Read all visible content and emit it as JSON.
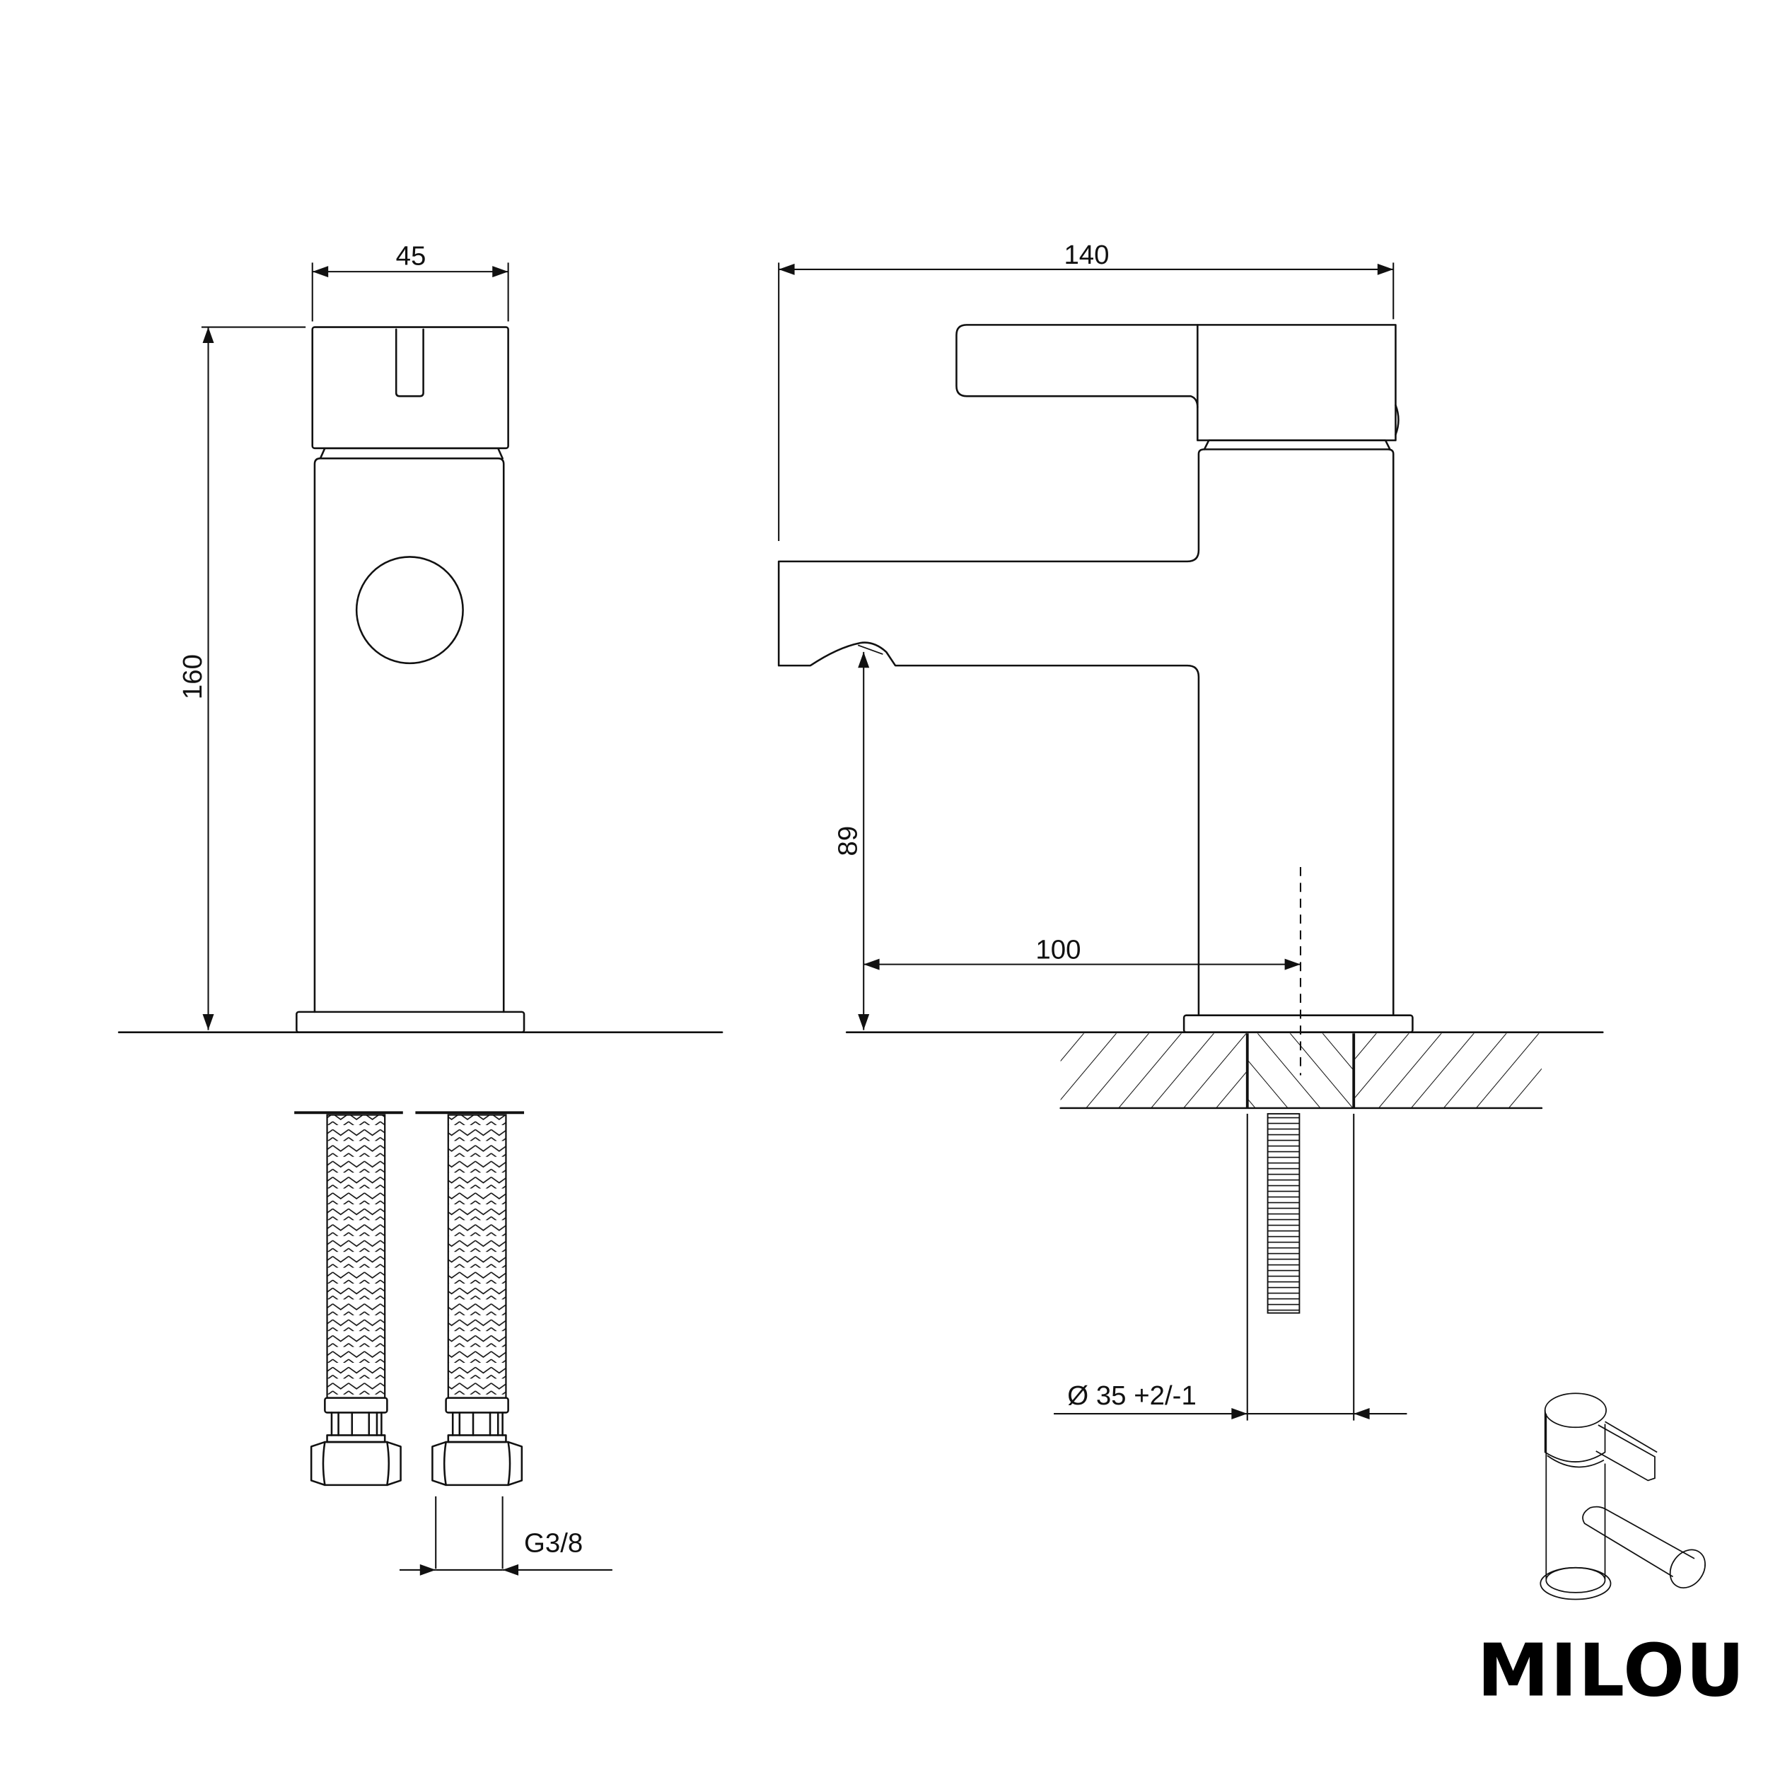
{
  "drawing": {
    "type": "technical-drawing",
    "subject": "single-lever basin mixer tap",
    "colors": {
      "line": "#111111",
      "background": "#ffffff"
    }
  },
  "front_view": {
    "width_label": "45",
    "height_label": "160"
  },
  "side_view": {
    "overall_length_label": "140",
    "spout_height_label": "89",
    "spout_reach_label": "100"
  },
  "installation": {
    "hole_diameter_label": "Ø 35 +2/-1"
  },
  "hoses": {
    "thread_label": "G3/8"
  },
  "brand": {
    "name": "MILOU"
  }
}
